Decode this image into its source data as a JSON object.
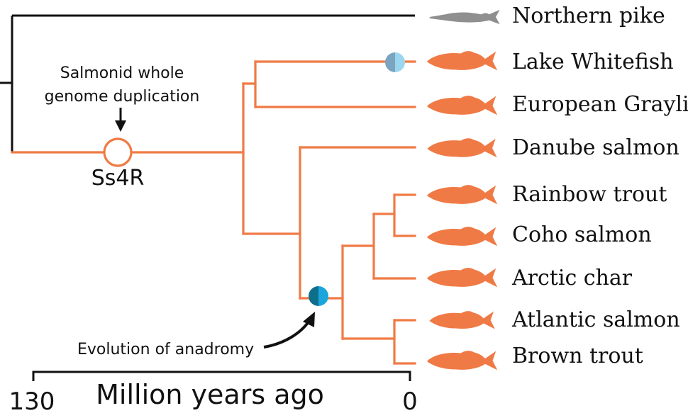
{
  "taxa": [
    {
      "label": "Northern pike",
      "outgroup": true
    },
    {
      "label": "Lake Whitefish"
    },
    {
      "label": "European Grayling"
    },
    {
      "label": "Danube salmon"
    },
    {
      "label": "Rainbow trout"
    },
    {
      "label": "Coho salmon"
    },
    {
      "label": "Arctic char"
    },
    {
      "label": "Atlantic salmon"
    },
    {
      "label": "Brown trout"
    }
  ],
  "annotations": {
    "wgd_line1": "Salmonid whole",
    "wgd_line2": "genome duplication",
    "wgd_node": "Ss4R",
    "anadromy": "Evolution of anadromy"
  },
  "axis": {
    "title": "Million years ago",
    "start": "130",
    "end": "0"
  },
  "colors": {
    "salmonid": "#f07a45",
    "outgroup": "#111111",
    "pike_icon": "#8f8f8f",
    "anadromy_dark": "#0f6f8a",
    "anadromy_light": "#1aa6dd",
    "whitefish_dark": "#7aa4c0",
    "whitefish_light": "#9ad6ee"
  },
  "icons": {
    "fish": "fish-icon",
    "pike": "pike-icon",
    "duplication_marker": "circle-icon",
    "arrow": "arrow-icon"
  }
}
